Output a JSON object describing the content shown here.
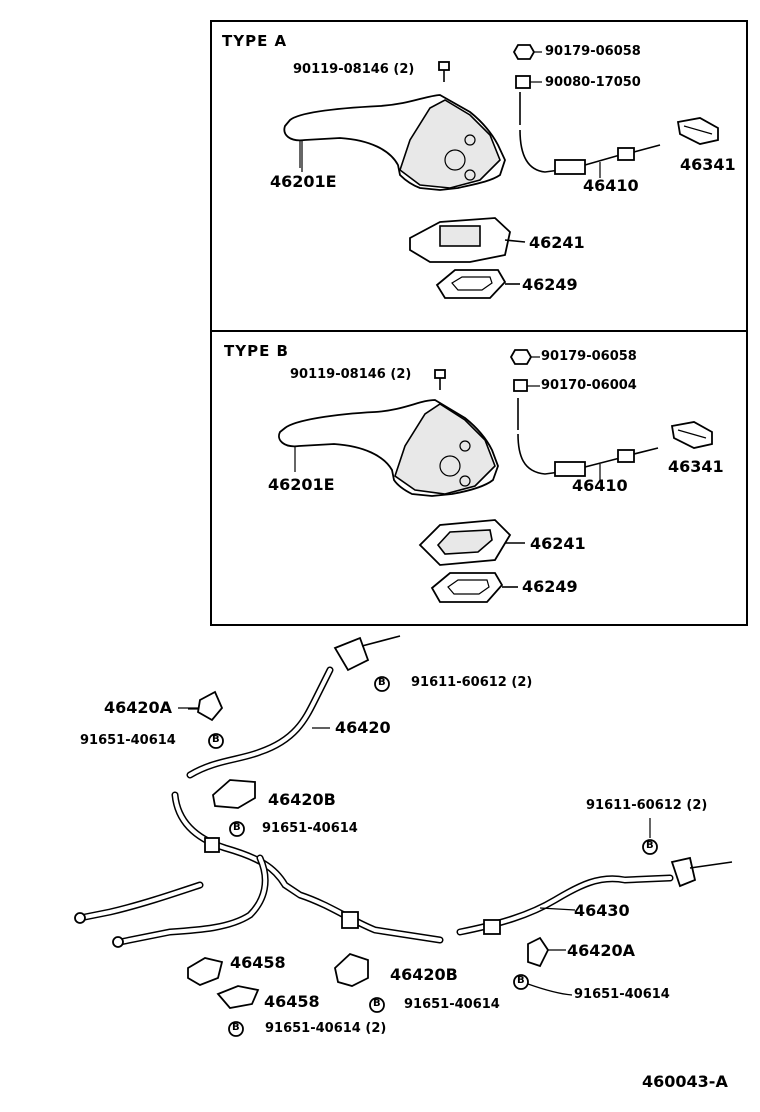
{
  "type_a": {
    "title": "TYPE  A",
    "bolt": "90119-08146 (2)",
    "nut1": "90179-06058",
    "nut2": "90080-17050",
    "lever": "46201E",
    "cable": "46410",
    "clip": "46341",
    "bracket": "46241",
    "boot": "46249"
  },
  "type_b": {
    "title": "TYPE  B",
    "bolt": "90119-08146 (2)",
    "nut1": "90179-06058",
    "nut2": "90170-06004",
    "lever": "46201E",
    "cable": "46410",
    "clip": "46341",
    "bracket": "46241",
    "boot": "46249"
  },
  "lower": {
    "bolt_a": "91611-60612 (2)",
    "bolt_b": "91611-60612 (2)",
    "clamp_left": "46420A",
    "clamp_right": "46420A",
    "bolt_c": "91651-40614",
    "bolt_d": "91651-40614",
    "bolt_e": "91651-40614",
    "bolt_f": "91651-40614",
    "bolt_g": "91651-40614 (2)",
    "cable_right": "46420",
    "cable_left": "46430",
    "retainer_upper": "46420B",
    "retainer_lower": "46420B",
    "clip_upper": "46458",
    "clip_lower": "46458",
    "bolt_marker": "B"
  },
  "figure_code": "460043-A"
}
